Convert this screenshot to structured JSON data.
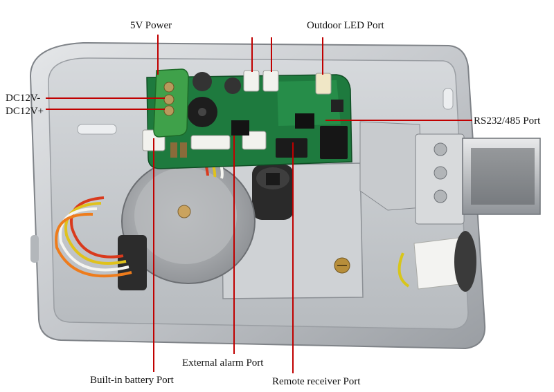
{
  "labels": {
    "power_5v": "5V Power",
    "outdoor_led": "Outdoor LED Port",
    "dc12v_minus": "DC12V-",
    "dc12v_plus": "DC12V+",
    "rs232_485": "RS232/485 Port",
    "external_alarm": "External alarm Port",
    "builtin_battery": "Built-in battery Port",
    "remote_receiver": "Remote receiver Port"
  },
  "colors": {
    "leader_line": "#c00000",
    "pcb": "#1e7a3e",
    "terminal_block": "#3fa14a",
    "housing": "#c9ccd0",
    "motor": "#a7aaad"
  }
}
